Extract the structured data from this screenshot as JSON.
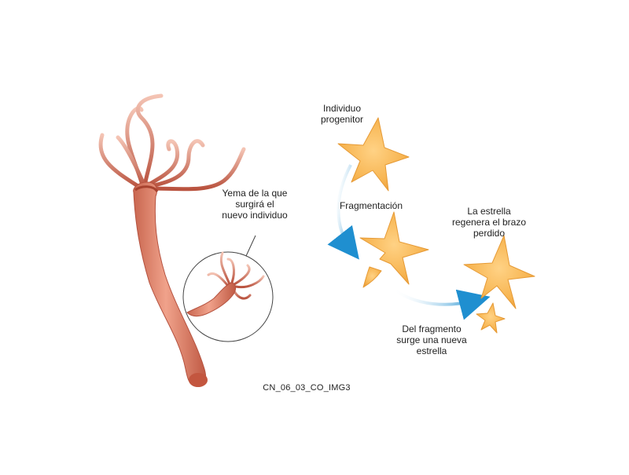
{
  "labels": {
    "bud": "Yema de la que\nsurgirá el\nnuevo individuo",
    "parent": "Individuo\nprogenitor",
    "fragmentation": "Fragmentación",
    "regenerates": "La estrella\nregenera el brazo\nperdido",
    "new_star": "Del fragmento\nsurge una nueva\nestrella",
    "image_code": "CN_06_03_CO_IMG3"
  },
  "colors": {
    "hydra_body": "#d97a63",
    "hydra_dark": "#b5523f",
    "hydra_light": "#f0b8a6",
    "star_fill": "#f7b552",
    "star_edge": "#e69a35",
    "arrow": "#1f8fd0",
    "circle_stroke": "#444444"
  }
}
